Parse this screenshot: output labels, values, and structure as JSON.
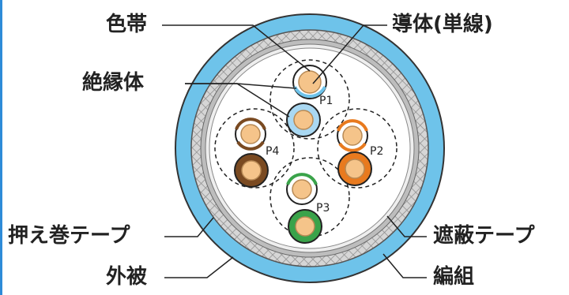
{
  "labels": {
    "color_band": "色帯",
    "conductor": "導体(単線)",
    "insulation": "絶縁体",
    "binder_tape": "押え巻テープ",
    "jacket": "外被",
    "shield_tape": "遮蔽テープ",
    "braid": "編組"
  },
  "pairs": {
    "p1": "P1",
    "p2": "P2",
    "p3": "P3",
    "p4": "P4"
  },
  "colors": {
    "jacket": "#6ec3ea",
    "braid": "#c9c9c9",
    "shield": "#dcdcdc",
    "core": "#ffffff",
    "conductor": "#f5c48a",
    "blue": "#a9d8f2",
    "orange": "#e87a1e",
    "green": "#3aa34a",
    "brown": "#7a4a21",
    "edge": "#2e8bd8"
  },
  "icons": {
    "cable": "cable-cross-section-icon"
  }
}
